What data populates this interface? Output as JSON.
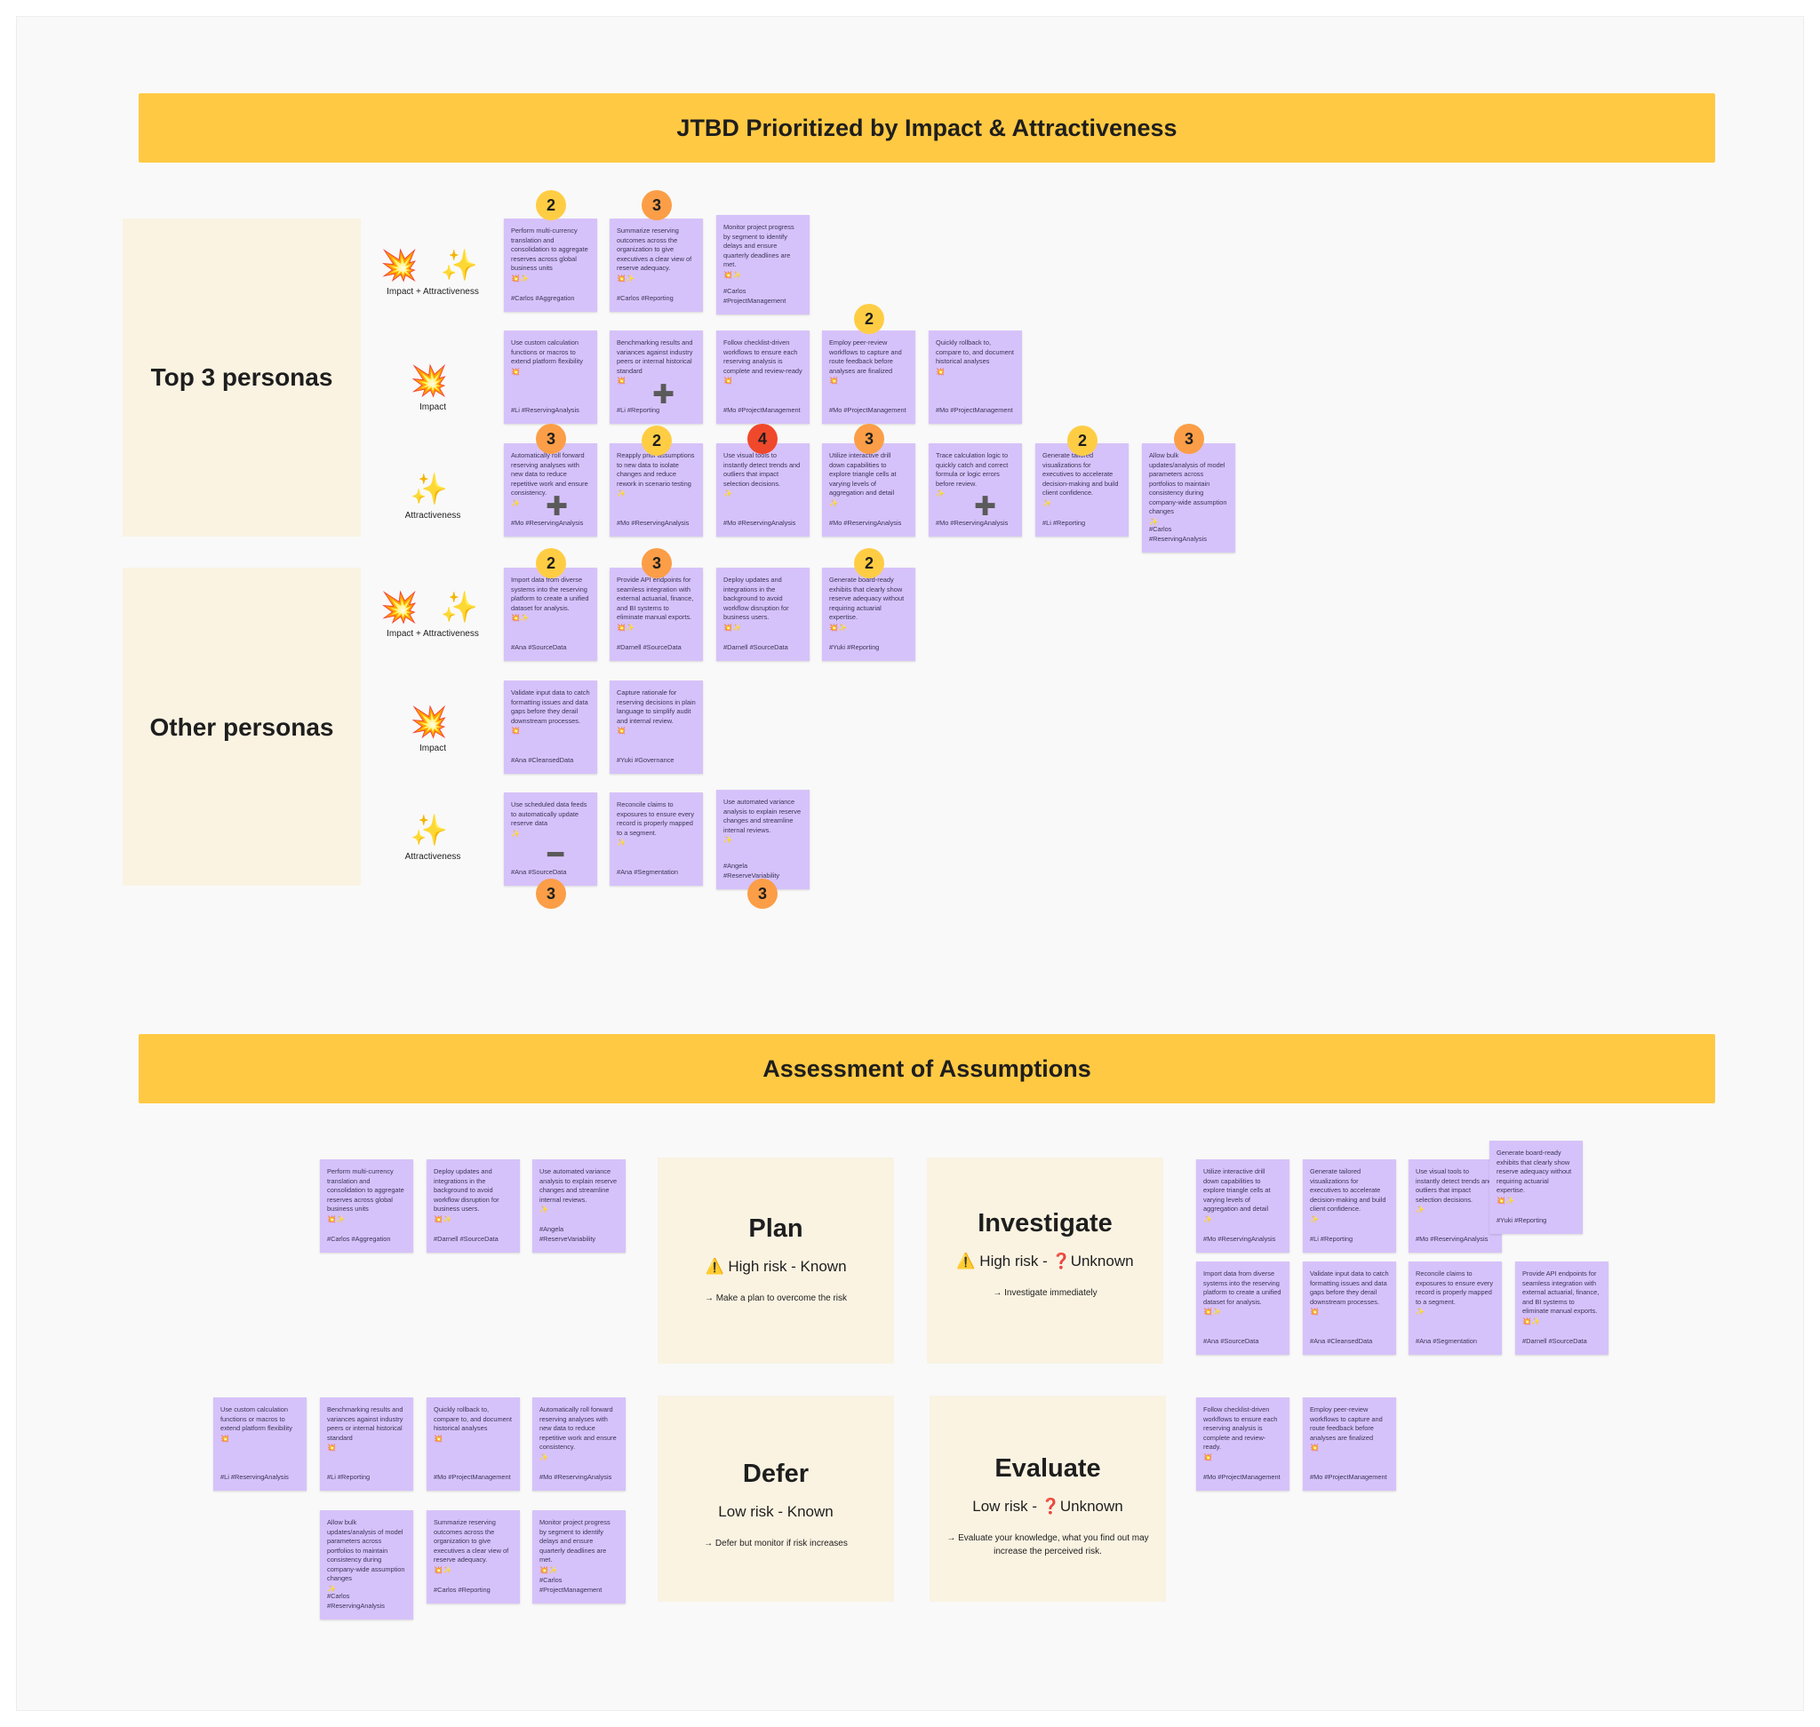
{
  "banners": {
    "top": "JTBD Prioritized by Impact & Attractiveness",
    "bottom": "Assessment of Assumptions"
  },
  "sections": {
    "top3": "Top 3 personas",
    "other": "Other personas"
  },
  "row_labels": {
    "impact_attr": {
      "emoji": "💥 ✨",
      "text": "Impact + Attractiveness"
    },
    "impact": {
      "emoji": "💥",
      "text": "Impact"
    },
    "attr": {
      "emoji": "✨",
      "text": "Attractiveness"
    }
  },
  "top3_notes": {
    "r1": [
      {
        "text": "Perform multi-currency translation and consolidation to aggregate reserves across global business units",
        "emoji": "💥✨",
        "tag": "#Carlos #Aggregation"
      },
      {
        "text": "Summarize reserving outcomes across the organization to give executives a clear view of reserve adequacy.",
        "emoji": "💥✨",
        "tag": "#Carlos #Reporting"
      },
      {
        "text": "Monitor project progress by segment to identify delays and ensure quarterly deadlines are met.",
        "emoji": "💥✨",
        "tag": "#Carlos #ProjectManagement"
      }
    ],
    "r2": [
      {
        "text": "Use custom calculation functions or macros to extend platform flexibility",
        "emoji": "💥",
        "tag": "#Li #ReservingAnalysis"
      },
      {
        "text": "Benchmarking results and variances against industry peers or internal historical standard",
        "emoji": "💥",
        "tag": "#Li #Reporting"
      },
      {
        "text": "Follow checklist-driven workflows to ensure each reserving analysis is complete and review-ready",
        "emoji": "💥",
        "tag": "#Mo #ProjectManagement"
      },
      {
        "text": "Employ peer-review workflows to capture and route feedback before analyses are finalized",
        "emoji": "💥",
        "tag": "#Mo #ProjectManagement"
      },
      {
        "text": "Quickly rollback to, compare to, and document historical analyses",
        "emoji": "💥",
        "tag": "#Mo #ProjectManagement"
      }
    ],
    "r3": [
      {
        "text": "Automatically roll forward reserving analyses with new data to reduce repetitive work and ensure consistency.",
        "emoji": "✨",
        "tag": "#Mo #ReservingAnalysis"
      },
      {
        "text": "Reapply prior assumptions to new data to isolate changes and reduce rework in scenario testing",
        "emoji": "✨",
        "tag": "#Mo #ReservingAnalysis"
      },
      {
        "text": "Use visual tools to instantly detect trends and outliers that impact selection decisions.",
        "emoji": "✨",
        "tag": "#Mo #ReservingAnalysis"
      },
      {
        "text": "Utilize interactive drill down capabilities to explore triangle cells at varying levels of aggregation and detail",
        "emoji": "✨",
        "tag": "#Mo #ReservingAnalysis"
      },
      {
        "text": "Trace calculation logic to quickly catch and correct formula or logic errors before review.",
        "emoji": "✨",
        "tag": "#Mo #ReservingAnalysis"
      },
      {
        "text": "Generate tailored visualizations for executives to accelerate decision-making and build client confidence.",
        "emoji": "✨",
        "tag": "#Li #Reporting"
      },
      {
        "text": "Allow bulk updates/analysis of model parameters across portfolios to maintain consistency during company-wide assumption changes",
        "emoji": "✨",
        "tag": "#Carlos #ReservingAnalysis"
      }
    ]
  },
  "other_notes": {
    "r1": [
      {
        "text": "Import data from diverse systems into the reserving platform to create a unified dataset for analysis.",
        "emoji": "💥✨",
        "tag": "#Ana #SourceData"
      },
      {
        "text": "Provide API endpoints for seamless integration with external actuarial, finance, and BI systems to eliminate manual exports.",
        "emoji": "💥✨",
        "tag": "#Darnell #SourceData"
      },
      {
        "text": "Deploy updates and integrations in the background to avoid workflow disruption for business users.",
        "emoji": "💥✨",
        "tag": "#Darnell #SourceData"
      },
      {
        "text": "Generate board-ready exhibits that clearly show reserve adequacy without requiring actuarial expertise.",
        "emoji": "💥✨",
        "tag": "#Yuki #Reporting"
      }
    ],
    "r2": [
      {
        "text": "Validate input data to catch formatting issues and data gaps before they derail downstream processes.",
        "emoji": "💥",
        "tag": "#Ana #CleansedData"
      },
      {
        "text": "Capture rationale for reserving decisions in plain language to simplify audit and internal review.",
        "emoji": "💥",
        "tag": "#Yuki #Governance"
      }
    ],
    "r3": [
      {
        "text": "Use scheduled data feeds to automatically update reserve data",
        "emoji": "✨",
        "tag": "#Ana #SourceData"
      },
      {
        "text": "Reconcile claims to exposures to ensure every record is properly mapped to a segment.",
        "emoji": "✨",
        "tag": "#Ana #Segmentation"
      },
      {
        "text": "Use automated variance analysis to explain reserve changes and streamline internal reviews.",
        "emoji": "✨",
        "tag": "#Angela #ReserveVariability"
      }
    ]
  },
  "badges": {
    "t1": [
      "2",
      "3"
    ],
    "t2": [
      "2"
    ],
    "t3": [
      "3",
      "2",
      "4",
      "3",
      "2",
      "3"
    ],
    "o1": [
      "2",
      "3",
      "2"
    ],
    "o3": [
      "3",
      "3"
    ]
  },
  "marks": {
    "plus": "✚",
    "minus": "━"
  },
  "quadrants": {
    "plan": {
      "title": "Plan",
      "subtitle": "⚠️ High risk - Known",
      "note": "→ Make a plan to overcome the risk"
    },
    "investigate": {
      "title": "Investigate",
      "subtitle": "⚠️ High risk - ❓Unknown",
      "note": "→ Investigate immediately"
    },
    "defer": {
      "title": "Defer",
      "subtitle": "Low risk - Known",
      "note": "→ Defer but monitor if risk increases"
    },
    "evaluate": {
      "title": "Evaluate",
      "subtitle": "Low risk - ❓Unknown",
      "note": "→ Evaluate your knowledge, what you find out may increase the perceived risk."
    }
  },
  "assessment": {
    "plan": [
      {
        "text": "Perform multi-currency translation and consolidation to aggregate reserves across global business units",
        "emoji": "💥✨",
        "tag": "#Carlos #Aggregation"
      },
      {
        "text": "Deploy updates and integrations in the background to avoid workflow disruption for business users.",
        "emoji": "💥✨",
        "tag": "#Darnell #SourceData"
      },
      {
        "text": "Use automated variance analysis to explain reserve changes and streamline internal reviews.",
        "emoji": "✨",
        "tag": "#Angela #ReserveVariability"
      }
    ],
    "defer": [
      {
        "text": "Use custom calculation functions or macros to extend platform flexibility",
        "emoji": "💥",
        "tag": "#Li #ReservingAnalysis"
      },
      {
        "text": "Benchmarking results and variances against industry peers or internal historical standard",
        "emoji": "💥",
        "tag": "#Li #Reporting"
      },
      {
        "text": "Quickly rollback to, compare to, and document historical analyses",
        "emoji": "💥",
        "tag": "#Mo #ProjectManagement"
      },
      {
        "text": "Automatically roll forward reserving analyses with new data to reduce repetitive work and ensure consistency.",
        "emoji": "✨",
        "tag": "#Mo #ReservingAnalysis"
      },
      {
        "text": "Allow bulk updates/analysis of model parameters across portfolios to maintain consistency during company-wide assumption changes",
        "emoji": "✨",
        "tag": "#Carlos #ReservingAnalysis"
      },
      {
        "text": "Summarize reserving outcomes across the organization to give executives a clear view of reserve adequacy.",
        "emoji": "💥✨",
        "tag": "#Carlos #Reporting"
      },
      {
        "text": "Monitor project progress by segment to identify delays and ensure quarterly deadlines are met.",
        "emoji": "💥✨",
        "tag": "#Carlos #ProjectManagement"
      }
    ],
    "investigate": [
      {
        "text": "Utilize interactive drill down capabilities to explore triangle cells at varying levels of aggregation and detail",
        "emoji": "✨",
        "tag": "#Mo #ReservingAnalysis"
      },
      {
        "text": "Generate tailored visualizations for executives to accelerate decision-making and build client confidence.",
        "emoji": "✨",
        "tag": "#Li #Reporting"
      },
      {
        "text": "Use visual tools to instantly detect trends and outliers that impact selection decisions.",
        "emoji": "✨",
        "tag": "#Mo #ReservingAnalysis"
      },
      {
        "text": "Generate board-ready exhibits that clearly show reserve adequacy without requiring actuarial expertise.",
        "emoji": "💥✨",
        "tag": "#Yuki #Reporting"
      },
      {
        "text": "Import data from diverse systems into the reserving platform to create a unified dataset for analysis.",
        "emoji": "💥✨",
        "tag": "#Ana #SourceData"
      },
      {
        "text": "Validate input data to catch formatting issues and data gaps before they derail downstream processes.",
        "emoji": "💥",
        "tag": "#Ana #CleansedData"
      },
      {
        "text": "Reconcile claims to exposures to ensure every record is properly mapped to a segment.",
        "emoji": "✨",
        "tag": "#Ana #Segmentation"
      },
      {
        "text": "Provide API endpoints for seamless integration with external actuarial, finance, and BI systems to eliminate manual exports.",
        "emoji": "💥✨",
        "tag": "#Darnell #SourceData"
      }
    ],
    "evaluate": [
      {
        "text": "Follow checklist-driven workflows to ensure each reserving analysis is complete and review-ready.",
        "emoji": "💥",
        "tag": "#Mo #ProjectManagement"
      },
      {
        "text": "Employ peer-review workflows to capture and route feedback before analyses are finalized",
        "emoji": "💥",
        "tag": "#Mo #ProjectManagement"
      }
    ]
  }
}
